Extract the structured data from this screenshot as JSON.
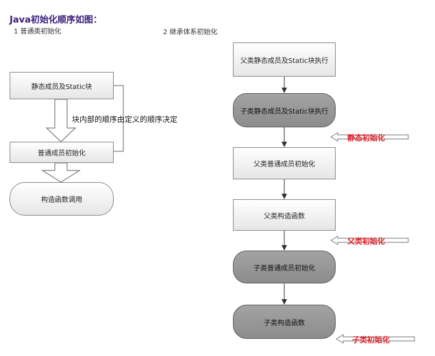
{
  "title": "Java初始化顺序如图：",
  "section1": {
    "label": "1 普通类初始化"
  },
  "section2": {
    "label": "2 继承体系初始化"
  },
  "left_flow": {
    "static_box": "静态成员及Static块",
    "note": "块内部的顺序由定义的顺序决定",
    "normal_box": "普通成员初始化",
    "ctor_box": "构造函数调用"
  },
  "right_flow": {
    "parent_static": "父类静态成员及Static块执行",
    "child_static": "子类静态成员及Static块执行",
    "parent_normal": "父类普通成员初始化",
    "parent_ctor": "父类构造函数",
    "child_normal": "子类普通成员初始化",
    "child_ctor": "子类构造函数"
  },
  "labels": {
    "static_init": "静态初始化",
    "parent_init": "父类初始化",
    "child_init": "子类初始化"
  },
  "colors": {
    "title": "#3a1f78",
    "red_label": "#e0202a",
    "dark_box": "#999999"
  }
}
